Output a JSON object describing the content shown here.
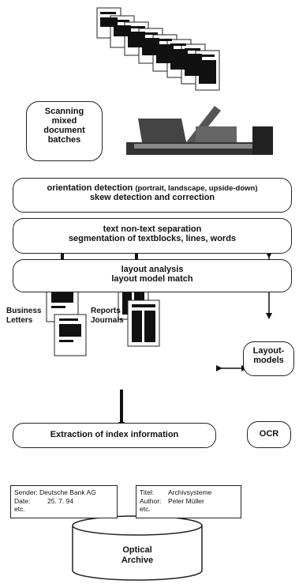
{
  "scan_box": {
    "lines": [
      "Scanning",
      "mixed",
      "document",
      "batches"
    ]
  },
  "stage1": {
    "title": "orientation detection",
    "detail": "(portrait, landscape, upside-down)",
    "line2": "skew detection and correction"
  },
  "stage2": {
    "line1": "text non-text separation",
    "line2": "segmentation of textblocks, lines, words"
  },
  "stage3": {
    "line1": "layout analysis",
    "line2": "layout model match"
  },
  "branch_left": {
    "lines": [
      "Business",
      "Letters"
    ]
  },
  "branch_right": {
    "lines": [
      "Reports",
      "Journals"
    ]
  },
  "layout_models": {
    "lines": [
      "Layout-",
      "models"
    ]
  },
  "extraction": {
    "label": "Extraction of index information"
  },
  "ocr": {
    "label": "OCR"
  },
  "meta_left": {
    "rows": [
      {
        "key": "Sender:",
        "value": "Deutsche Bank AG"
      },
      {
        "key": "Date:",
        "value": "25. 7. 94"
      },
      {
        "key": "etc.",
        "value": ""
      }
    ]
  },
  "meta_right": {
    "rows": [
      {
        "key": "Titel:",
        "value": "Archivsysteme"
      },
      {
        "key": "Author:",
        "value": "Peter Müller"
      },
      {
        "key": "etc.",
        "value": ""
      }
    ]
  },
  "archive": {
    "lines": [
      "Optical",
      "Archive"
    ]
  }
}
